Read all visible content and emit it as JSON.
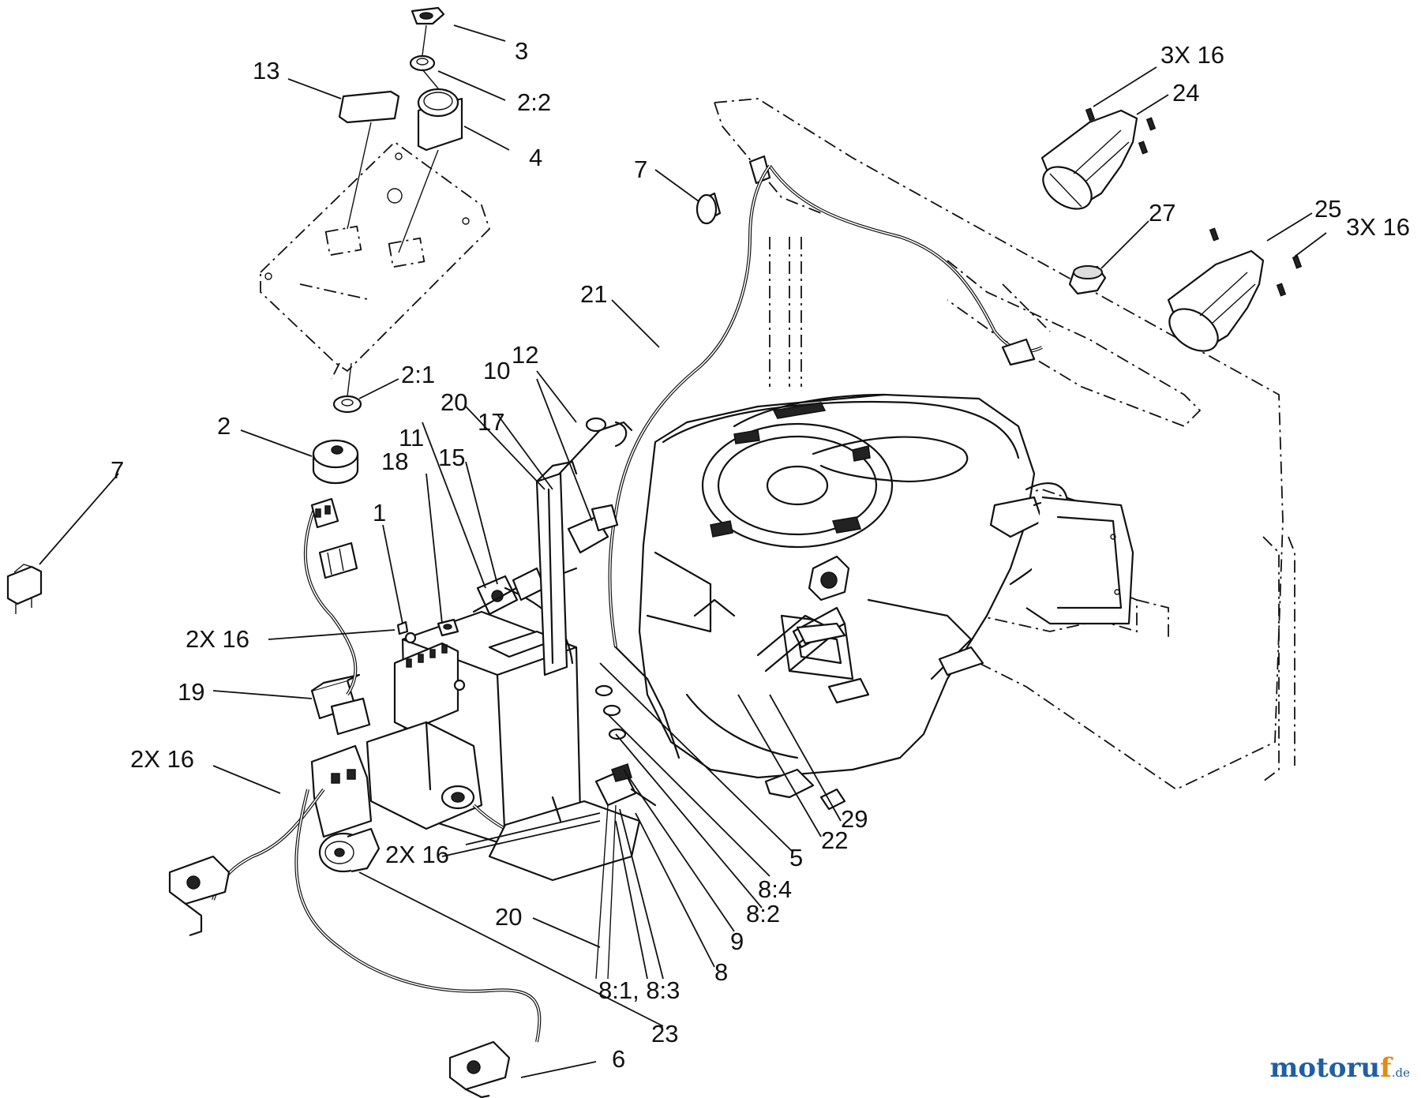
{
  "diagram": {
    "watermark": {
      "part1": "motoru",
      "part2": "f",
      "suffix": ".de",
      "color_primary": "#1f5fa3",
      "color_accent": "#e48a12"
    },
    "callouts": {
      "c3": "3",
      "c13": "13",
      "c2_2": "2:2",
      "c4": "4",
      "c3x16a": "3X 16",
      "c24": "24",
      "c7a": "7",
      "c27": "27",
      "c25": "25",
      "c3x16b": "3X 16",
      "c21": "21",
      "c2_1": "2:1",
      "c2": "2",
      "c12": "12",
      "c10": "10",
      "c20a": "20",
      "c17": "17",
      "c11": "11",
      "c15": "15",
      "c18": "18",
      "c7b": "7",
      "c1": "1",
      "c2x16a": "2X 16",
      "c19": "19",
      "c2x16b": "2X 16",
      "c2x16c": "2X 16",
      "c29": "29",
      "c22": "22",
      "c5": "5",
      "c8_4": "8:4",
      "c8_2": "8:2",
      "c9": "9",
      "c8": "8",
      "c20b": "20",
      "c8_1_8_3": "8:1, 8:3",
      "c23": "23",
      "c6": "6"
    }
  }
}
